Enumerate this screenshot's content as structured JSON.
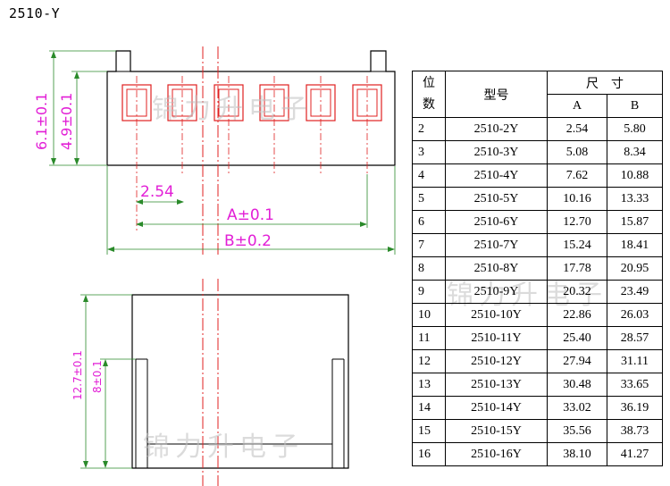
{
  "title": "2510-Y",
  "dimensions": {
    "height_total": "6.1±0.1",
    "height_body": "4.9±0.1",
    "pitch": "2.54",
    "dim_a": "A±0.1",
    "dim_b": "B±0.2",
    "side_height_total": "12.7±0.1",
    "side_height_pin": "8±0.1"
  },
  "watermark": "锦力升电子",
  "table": {
    "headers": {
      "position_top": "位",
      "position_bottom": "数",
      "model": "型号",
      "size": "尺　寸",
      "a": "A",
      "b": "B"
    },
    "rows": [
      {
        "pos": "2",
        "model": "2510-2Y",
        "a": "2.54",
        "b": "5.80"
      },
      {
        "pos": "3",
        "model": "2510-3Y",
        "a": "5.08",
        "b": "8.34"
      },
      {
        "pos": "4",
        "model": "2510-4Y",
        "a": "7.62",
        "b": "10.88"
      },
      {
        "pos": "5",
        "model": "2510-5Y",
        "a": "10.16",
        "b": "13.33"
      },
      {
        "pos": "6",
        "model": "2510-6Y",
        "a": "12.70",
        "b": "15.87"
      },
      {
        "pos": "7",
        "model": "2510-7Y",
        "a": "15.24",
        "b": "18.41"
      },
      {
        "pos": "8",
        "model": "2510-8Y",
        "a": "17.78",
        "b": "20.95"
      },
      {
        "pos": "9",
        "model": "2510-9Y",
        "a": "20.32",
        "b": "23.49"
      },
      {
        "pos": "10",
        "model": "2510-10Y",
        "a": "22.86",
        "b": "26.03"
      },
      {
        "pos": "11",
        "model": "2510-11Y",
        "a": "25.40",
        "b": "28.57"
      },
      {
        "pos": "12",
        "model": "2510-12Y",
        "a": "27.94",
        "b": "31.11"
      },
      {
        "pos": "13",
        "model": "2510-13Y",
        "a": "30.48",
        "b": "33.65"
      },
      {
        "pos": "14",
        "model": "2510-14Y",
        "a": "33.02",
        "b": "36.19"
      },
      {
        "pos": "15",
        "model": "2510-15Y",
        "a": "35.56",
        "b": "38.73"
      },
      {
        "pos": "16",
        "model": "2510-16Y",
        "a": "38.10",
        "b": "41.27"
      }
    ]
  },
  "colors": {
    "dimension": "#e21fd6",
    "centerline": "#e02020",
    "outline": "#000000"
  }
}
